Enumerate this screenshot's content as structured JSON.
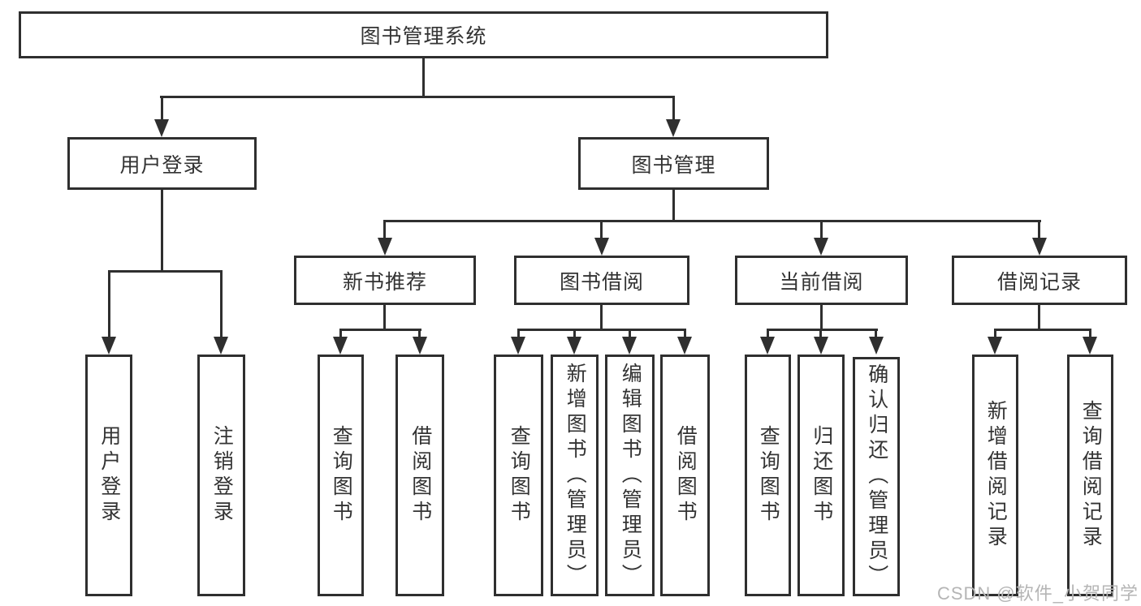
{
  "tree": {
    "root": {
      "label": "图书管理系统"
    },
    "level2": [
      {
        "label": "用户登录",
        "children": [
          {
            "label": "用户登录"
          },
          {
            "label": "注销登录"
          }
        ]
      },
      {
        "label": "图书管理",
        "children": [
          {
            "label": "新书推荐",
            "children": [
              {
                "label": "查询图书"
              },
              {
                "label": "借阅图书"
              }
            ]
          },
          {
            "label": "图书借阅",
            "children": [
              {
                "label": "查询图书"
              },
              {
                "label": "新增图书（管理员）"
              },
              {
                "label": "编辑图书（管理员）"
              },
              {
                "label": "借阅图书"
              }
            ]
          },
          {
            "label": "当前借阅",
            "children": [
              {
                "label": "查询图书"
              },
              {
                "label": "归还图书"
              },
              {
                "label": "确认归还（管理员）"
              }
            ]
          },
          {
            "label": "借阅记录",
            "children": [
              {
                "label": "新增借阅记录"
              },
              {
                "label": "查询借阅记录"
              }
            ]
          }
        ]
      }
    ]
  },
  "watermark": {
    "text": "CSDN @软件_小贺同学"
  },
  "colors": {
    "line": "#2f2f2f",
    "text": "#333333",
    "watermark": "#b5b5b5",
    "node_fill": "#ffffff",
    "background": "#ffffff"
  }
}
